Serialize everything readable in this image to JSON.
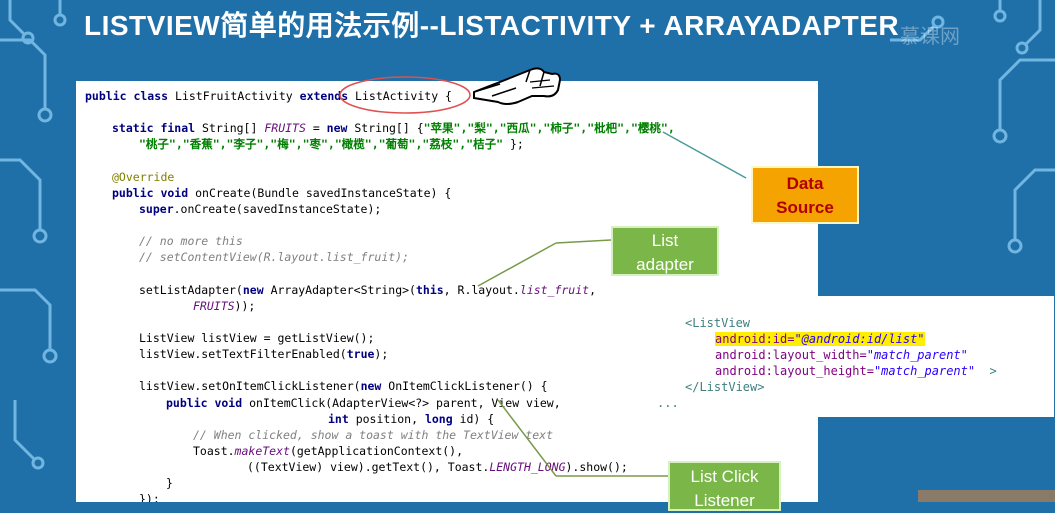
{
  "title": "LISTVIEW简单的用法示例--LISTACTIVITY + ARRAYADAPTER",
  "watermark": "慕课网",
  "colors": {
    "background": "#1f6fa8",
    "data_source_bg": "#f4a300",
    "green_callout_bg": "#7ab648",
    "ellipse": "#e05050"
  },
  "code": {
    "l1": {
      "kw": "public class",
      "t": " ListFruitActivity ",
      "kw2": "extends",
      "t2": " ListActivity {"
    },
    "l2": {
      "kw": "static final",
      "t": " String[] ",
      "fld": "FRUITS",
      "t2": " = ",
      "kw2": "new",
      "t3": " String[] {",
      "s": "\"苹果\",\"梨\",\"西瓜\",\"柿子\",\"枇杷\",\"樱桃\","
    },
    "l3": {
      "s": "\"桃子\",\"香蕉\",\"李子\",\"梅\",\"枣\",\"橄榄\",\"葡萄\",\"荔枝\",\"桔子\"",
      "t": " };"
    },
    "l4": {
      "ann": "@Override"
    },
    "l5": {
      "kw": "public void",
      "t": " onCreate(Bundle savedInstanceState) {"
    },
    "l6": {
      "kw": "super",
      "t": ".onCreate(savedInstanceState);"
    },
    "l7": {
      "cm": "// no more this"
    },
    "l8": {
      "cm": "// setContentView(R.layout.list_fruit);"
    },
    "l9": {
      "t": "setListAdapter(",
      "kw": "new",
      "t2": " ArrayAdapter<String>(",
      "kw2": "this",
      "t3": ", R.layout.",
      "it": "list_fruit",
      "t4": ","
    },
    "l10": {
      "it": "FRUITS",
      "t": "));"
    },
    "l11": {
      "t": "ListView listView = getListView();"
    },
    "l12": {
      "t": "listView.setTextFilterEnabled(",
      "kw": "true",
      "t2": ");"
    },
    "l13": {
      "t": "listView.setOnItemClickListener(",
      "kw": "new",
      "t2": " OnItemClickListener() {"
    },
    "l14": {
      "kw": "public void",
      "t": " onItemClick(AdapterView<?> parent, View view,"
    },
    "l15": {
      "kw": "int",
      "t": " position, ",
      "kw2": "long",
      "t2": " id) {"
    },
    "l16": {
      "cm": "// When clicked, show a toast with the TextView text"
    },
    "l17": {
      "t": "Toast.",
      "it": "makeText",
      "t2": "(getApplicationContext(),"
    },
    "l18": {
      "t": "((TextView) view).getText(), Toast.",
      "it": "LENGTH_LONG",
      "t2": ").show();"
    },
    "l19": {
      "t": "}"
    },
    "l20": {
      "t": "});"
    }
  },
  "xml": {
    "open": "<ListView",
    "a1_name": "android:id=",
    "a1_val": "\"@android:id/list\"",
    "a2_name": "android:layout_width=",
    "a2_val": "\"match_parent\"",
    "a3_name": "android:layout_height=",
    "a3_val": "\"match_parent\"",
    "a3_tail": "  >",
    "close": "</ListView>",
    "dots": "..."
  },
  "callouts": {
    "data_source": [
      "Data",
      "Source"
    ],
    "list_adapter": [
      "List",
      "adapter"
    ],
    "list_click": [
      "List Click",
      "Listener"
    ]
  }
}
